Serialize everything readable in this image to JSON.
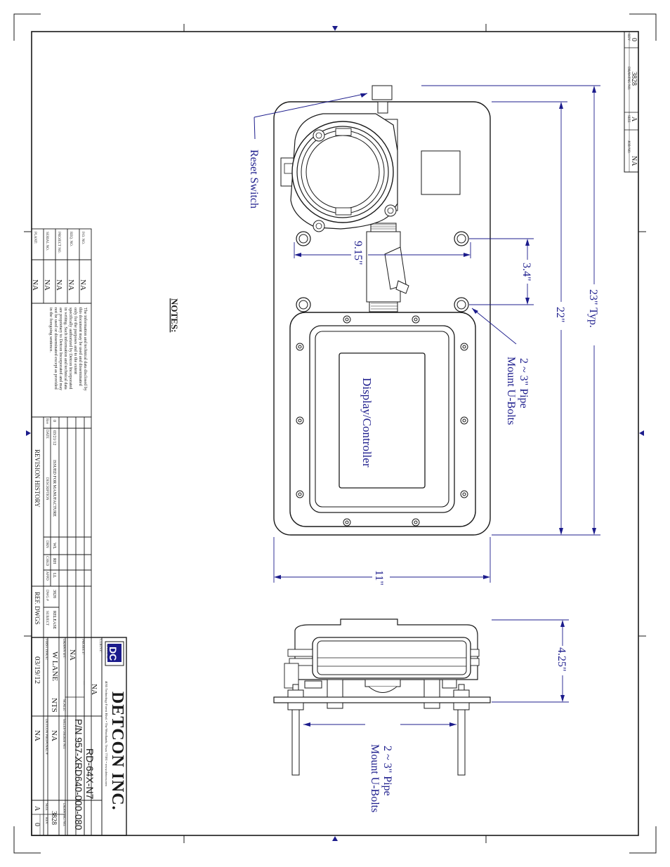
{
  "company": {
    "name": "DETCON INC.",
    "address": "4055 Technology Forest Blvd. • The Woodlands, Texas 77381 • www.detcon.com",
    "logo_text": "DC",
    "logo_sub": "DETCON, INC."
  },
  "title_block": {
    "client_label": "CLIENT:",
    "client": "NA",
    "project_label": "PROJECT:",
    "project": "NA",
    "project_dash": "–",
    "drawn_by_label": "DRAWN BY:",
    "drawn_by": "W LANE",
    "scale_label": "SCALE:",
    "scale": "NTS",
    "first_issue_label": "FIRST ISSUE:",
    "first_issue": "03/19/12",
    "model": "RD-64X-N7",
    "part_number": "P/N 957-XRD640-000-080",
    "sales_order_label": "SALES ORDER NO.",
    "sales_order": "NA",
    "proposal_label": "DETCON PROPOSAL #",
    "proposal": "NA",
    "drawing_no_label": "DRAWING NO.",
    "drawing_no": "3828",
    "size_label": "SIZE",
    "size": "A",
    "rev_label": "REV",
    "rev": "0"
  },
  "top_block": {
    "rev_label": "REV",
    "rev": "0",
    "drawing_no_label": "DRAWING NO.",
    "drawing_no": "3828",
    "size_label": "SIZE",
    "size": "A",
    "job_label": "JOB NO.",
    "job": "NA"
  },
  "info_block": {
    "po_label": "P.O. NO.",
    "po": "NA",
    "req_label": "REQ. NO.",
    "req": "NA",
    "project_no_label": "PROJECT NO.",
    "project_no": "NA",
    "serial_label": "SERIAL NO.",
    "serial": "NA",
    "plant_label": "PLANT:",
    "plant": "NA",
    "disclaimer": [
      "The information and technical data disclosed by",
      "this document may be used and disseminated",
      "only for the purposes and to the extent",
      "specifically authorized by Detcon Incorporated",
      "in writing. Such information and technical data",
      "are proprietary to Detcon Incorporated and may",
      "not be used or disseminated except as provided",
      "in the foregoing sentence."
    ]
  },
  "revision_history": {
    "title": "REVISION HISTORY",
    "headers": {
      "rev": "Rev",
      "date": "DATE",
      "description": "DESCRIPTION",
      "drn": "DRN",
      "chkd": "CHKD",
      "appd": "APPD"
    },
    "rows": [
      {
        "rev": "0",
        "date": "03/21/12",
        "description": "ISSUED FOR MANUFACTURE",
        "drn": "WL",
        "chkd": "RH",
        "appd": "LL"
      }
    ]
  },
  "ref_dwgs": {
    "title": "REF. DWGS",
    "headers": {
      "dwg": "DWG #",
      "subject": "SUBJECT"
    },
    "release": "RELEASE",
    "rows": [
      {
        "dwg": "3828",
        "subject": "RELEASE"
      }
    ]
  },
  "notes": {
    "title": "NOTES:"
  },
  "labels": {
    "reset_switch": "Reset Switch",
    "display_controller": "Display/Controller",
    "pipe_mount_line1": "2 ~ 3\" Pipe",
    "pipe_mount_line2": "Mount U-Bolts"
  },
  "dimensions": {
    "width_11": "11\"",
    "height_22": "22\"",
    "height_23": "23\" Typ.",
    "spacing_3_4": "3.4\"",
    "spacing_9_15": "9.15\"",
    "depth_4_25": "4.25\""
  },
  "colors": {
    "line": "#1a1a1a",
    "dimension": "#1c1c8c",
    "paper": "#ffffff"
  }
}
